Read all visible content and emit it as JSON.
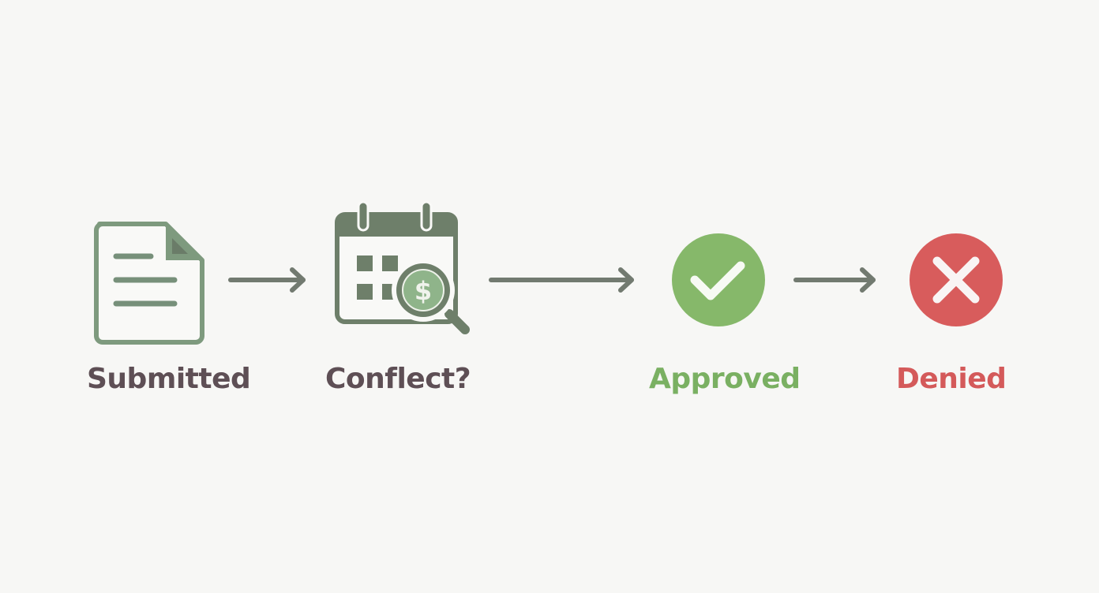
{
  "diagram": {
    "type": "flow",
    "steps": [
      {
        "id": "submitted",
        "label": "Submitted",
        "icon": "document-icon",
        "color": "#5e4f55"
      },
      {
        "id": "conflict",
        "label": "Conflect?",
        "icon": "calendar-dollar-search-icon",
        "color": "#5e4f55"
      },
      {
        "id": "approved",
        "label": "Approved",
        "icon": "check-circle-icon",
        "color": "#7ab062"
      },
      {
        "id": "denied",
        "label": "Denied",
        "icon": "x-circle-icon",
        "color": "#d45a5a"
      }
    ],
    "arrows": [
      {
        "from": "submitted",
        "to": "conflict"
      },
      {
        "from": "conflict",
        "to": "approved"
      },
      {
        "from": "approved",
        "to": "denied"
      }
    ]
  },
  "colors": {
    "background": "#f7f7f5",
    "icon_green_gray": "#77907a",
    "icon_dark_green": "#6e7f6a",
    "arrow": "#727a70",
    "approved_green": "#86b86a",
    "denied_red": "#d85c5c"
  }
}
